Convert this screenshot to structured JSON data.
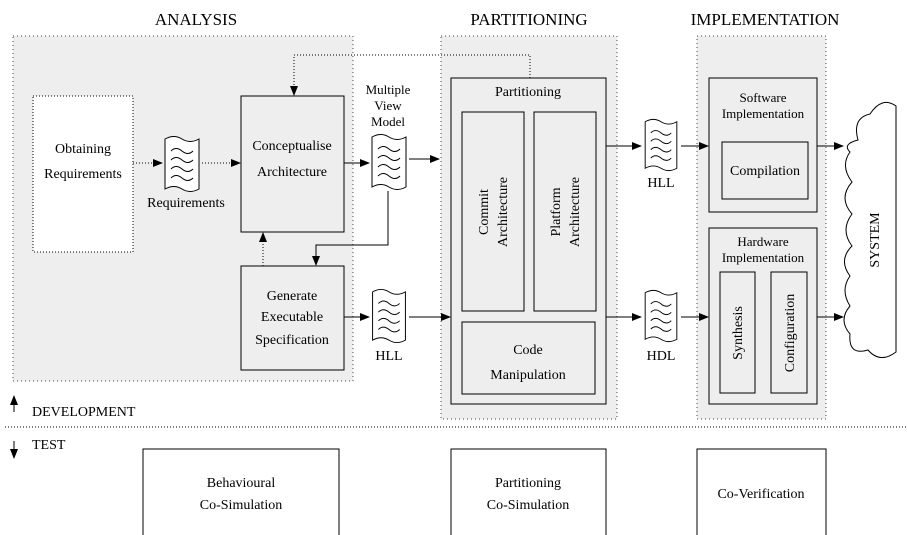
{
  "headers": {
    "analysis": "ANALYSIS",
    "partitioning": "PARTITIONING",
    "implementation": "IMPLEMENTATION"
  },
  "analysis": {
    "obtaining": [
      "Obtaining",
      "Requirements"
    ],
    "requirements_doc": "Requirements",
    "conceptualise": [
      "Conceptualise",
      "Architecture"
    ],
    "mvm": [
      "Multiple",
      "View",
      "Model"
    ],
    "generate": [
      "Generate",
      "Executable",
      "Specification"
    ],
    "hll": "HLL"
  },
  "partitioning": {
    "title": "Partitioning",
    "commit": [
      "Commit",
      "Architecture"
    ],
    "platform": [
      "Platform",
      "Architecture"
    ],
    "code": [
      "Code",
      "Manipulation"
    ],
    "hll": "HLL",
    "hdl": "HDL"
  },
  "implementation": {
    "software": [
      "Software",
      "Implementation"
    ],
    "compilation": "Compilation",
    "hardware": [
      "Hardware",
      "Implementation"
    ],
    "synthesis": "Synthesis",
    "configuration": "Configuration"
  },
  "system": "SYSTEM",
  "phases": {
    "development": "DEVELOPMENT",
    "test": "TEST"
  },
  "test_boxes": {
    "behavioural": [
      "Behavioural",
      "Co-Simulation"
    ],
    "partitioning": [
      "Partitioning",
      "Co-Simulation"
    ],
    "coverification": "Co-Verification"
  }
}
